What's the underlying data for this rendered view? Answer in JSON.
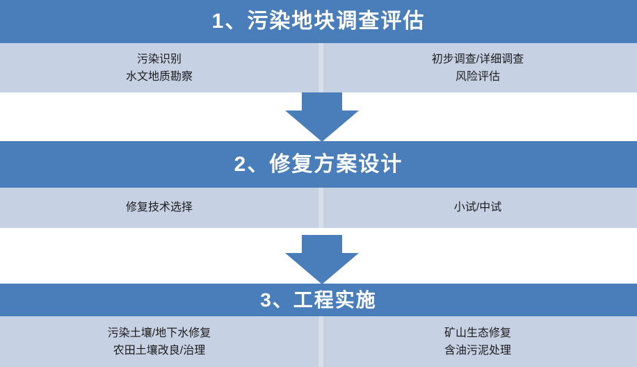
{
  "diagram": {
    "type": "vertical-process-flow",
    "accent_color": "#4a7ebb",
    "panel_color": "#c6d1e3",
    "divider_color": "#d7dfec",
    "title_color": "#ffffff",
    "body_text_color": "#1c1c1c",
    "stages": [
      {
        "number": "1",
        "title": "1、污染地块调查评估",
        "left_column": [
          "污染识别",
          "水文地质勘察"
        ],
        "right_column": [
          "初步调查/详细调查",
          "风险评估"
        ]
      },
      {
        "number": "2",
        "title": "2、修复方案设计",
        "left_column": [
          "修复技术选择"
        ],
        "right_column": [
          "小试/中试"
        ]
      },
      {
        "number": "3",
        "title": "3、工程实施",
        "left_column": [
          "污染土壤/地下水修复",
          "农田土壤改良/治理"
        ],
        "right_column": [
          "矿山生态修复",
          "含油污泥处理"
        ]
      }
    ],
    "connectors": [
      {
        "name": "down-arrow-1",
        "from": "1",
        "to": "2"
      },
      {
        "name": "down-arrow-2",
        "from": "2",
        "to": "3"
      }
    ]
  }
}
